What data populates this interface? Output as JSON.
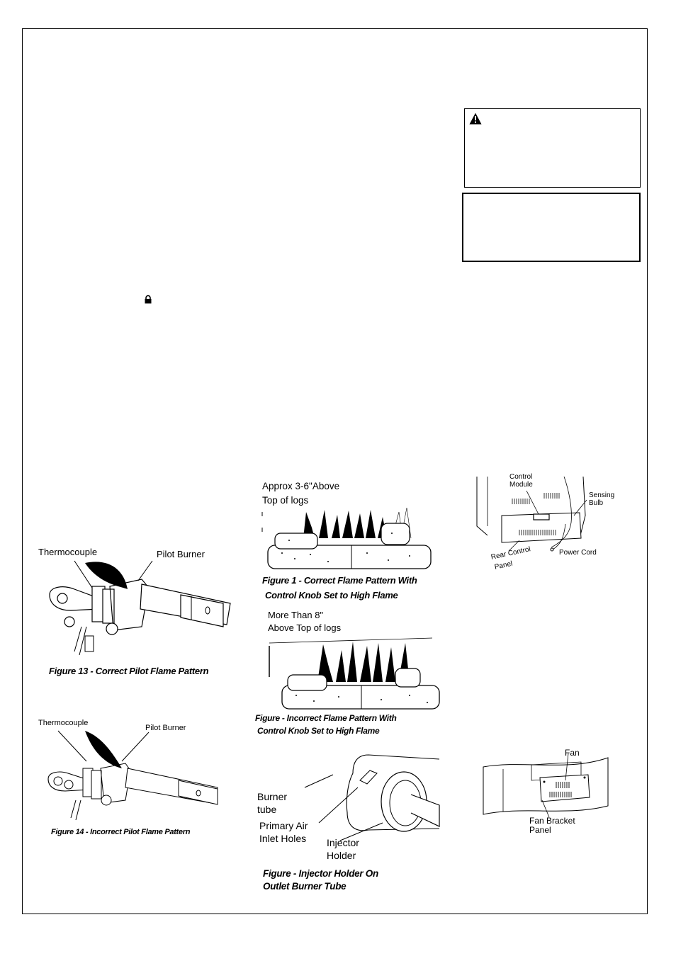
{
  "figures": {
    "fig13": {
      "caption": "Figure 13 - Correct Pilot Flame Pattern",
      "labels": {
        "thermocouple": "Thermocouple",
        "pilot_burner": "Pilot Burner"
      }
    },
    "fig14": {
      "caption": "Figure 14 - Incorrect Pilot Flame Pattern",
      "labels": {
        "thermocouple": "Thermocouple",
        "pilot_burner": "Pilot Burner"
      }
    },
    "flame_correct": {
      "note_line1": "Approx 3-6\"Above",
      "note_line2": "Top of logs",
      "caption_line1": "Figure 1   - Correct Flame Pattern With",
      "caption_line2": "Control Knob Set to High Flame"
    },
    "flame_incorrect": {
      "note_line1": "More Than 8\"",
      "note_line2": "Above Top of logs",
      "caption_line1": "Figure      - Incorrect Flame Pattern With",
      "caption_line2": "Control Knob Set to High Flame"
    },
    "injector": {
      "labels": {
        "burner_tube_1": "Burner",
        "burner_tube_2": "tube",
        "air_inlet_1": "Primary Air",
        "air_inlet_2": "Inlet Holes",
        "injector_holder_1": "Injector",
        "injector_holder_2": "Holder"
      },
      "caption_line1": "Figure      - Injector Holder On",
      "caption_line2": "Outlet Burner Tube"
    },
    "control_module": {
      "labels": {
        "control_module_1": "Control",
        "control_module_2": "Module",
        "sensing_bulb_1": "Sensing",
        "sensing_bulb_2": "Bulb",
        "rear_control_1": "Rear Control",
        "rear_control_2": "Panel",
        "power_cord": "Power Cord"
      }
    },
    "fan": {
      "labels": {
        "fan": "Fan",
        "fan_bracket_1": "Fan Bracket",
        "fan_bracket_2": "Panel"
      }
    }
  }
}
